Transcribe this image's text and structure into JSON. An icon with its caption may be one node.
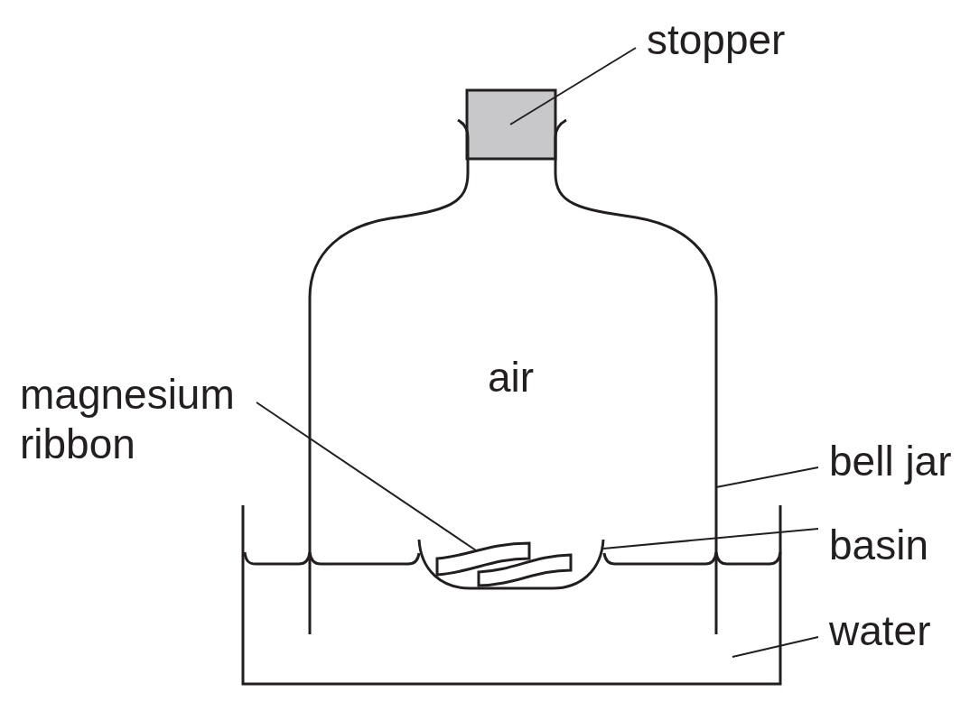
{
  "diagram": {
    "nodes": [
      {
        "text": [
          "stopper"
        ]
      },
      {
        "text": [],
        "shape": "box"
      },
      {
        "text": [],
        "shape": "picture"
      },
      {
        "text": [
          "magnesium ribbon"
        ]
      },
      {
        "text": [
          "bell jar"
        ]
      },
      {
        "text": [
          "basin"
        ]
      },
      {
        "text": [],
        "shape": "picture",
        "in": 2
      },
      {
        "text": [],
        "shape": "picture",
        "in": 6
      },
      {
        "text": [
          "water"
        ]
      }
    ],
    "edges": [
      {
        "from": 0,
        "to": 1,
        "arrow": "none"
      },
      {
        "from": 3,
        "to": 7,
        "arrow": "none"
      },
      {
        "from": 4,
        "to": 2,
        "arrow": "none"
      },
      {
        "from": 5,
        "to": 6,
        "arrow": "none"
      },
      {
        "from": 8,
        "to": null,
        "arrow": "none"
      }
    ],
    "labels": [
      "air"
    ]
  }
}
